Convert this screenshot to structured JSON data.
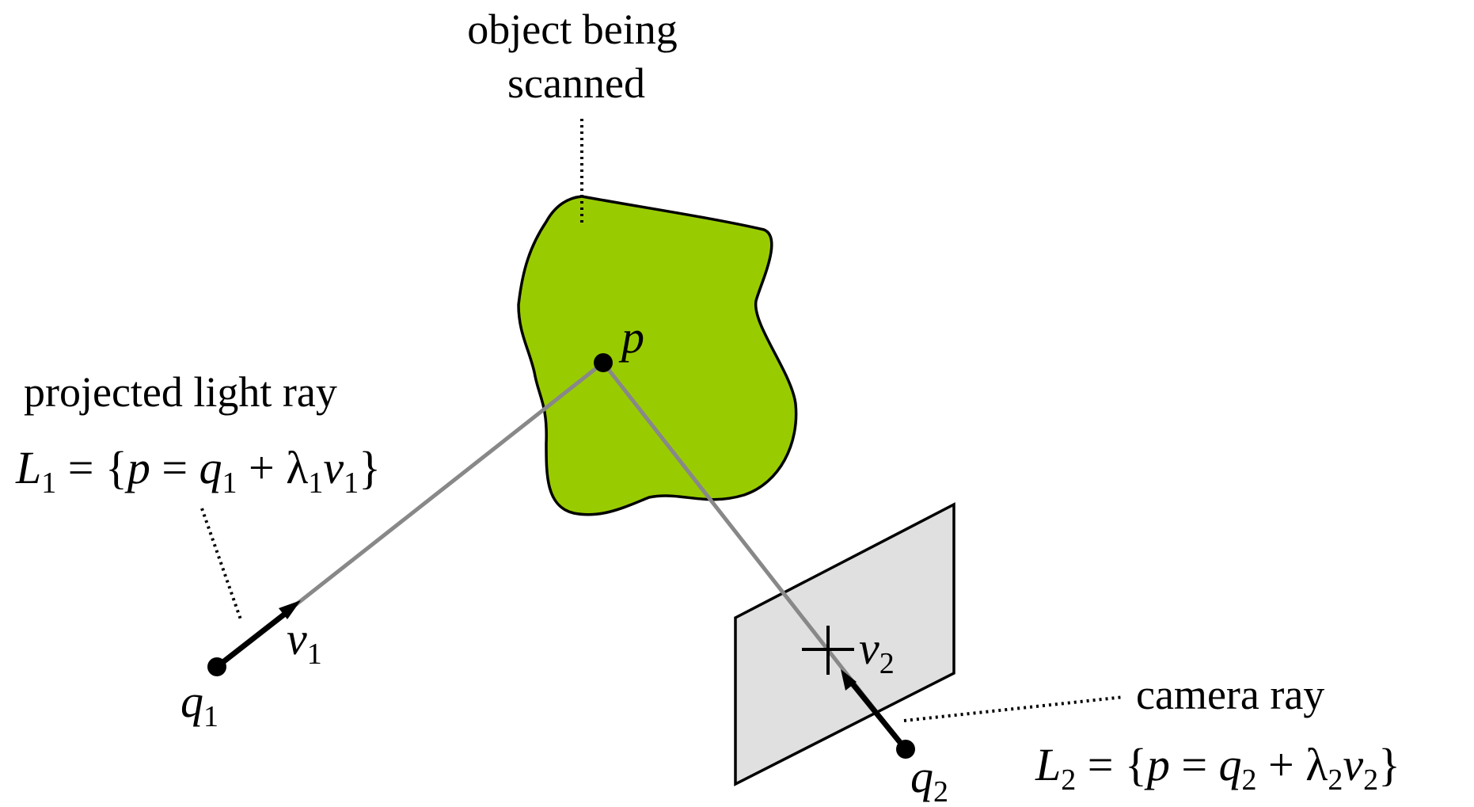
{
  "labels": {
    "object_line1": "object being",
    "object_line2": "scanned",
    "projected_ray": "projected light ray",
    "camera_ray": "camera ray"
  },
  "points": {
    "p": "p",
    "q1_base": "q",
    "q1_sub": "1",
    "q2_base": "q",
    "q2_sub": "2",
    "v1_base": "v",
    "v1_sub": "1",
    "v2_base": "v",
    "v2_sub": "2"
  },
  "equation1": {
    "L": "L",
    "L_sub": "1",
    "eq": " = {",
    "p": "p",
    "eq2": " = ",
    "q": "q",
    "q_sub": "1",
    "plus": " + ",
    "lambda": "λ",
    "lambda_sub": "1",
    "v": "v",
    "v_sub": "1",
    "close": "}"
  },
  "equation2": {
    "L": "L",
    "L_sub": "2",
    "eq": " = {",
    "p": "p",
    "eq2": " = ",
    "q": "q",
    "q_sub": "2",
    "plus": " + ",
    "lambda": "λ",
    "lambda_sub": "2",
    "v": "v",
    "v_sub": "2",
    "close": "}"
  },
  "colors": {
    "object_fill": "#99cc00",
    "image_plane_fill": "#e0e0e0",
    "ray": "#888888",
    "ink": "#000000"
  }
}
